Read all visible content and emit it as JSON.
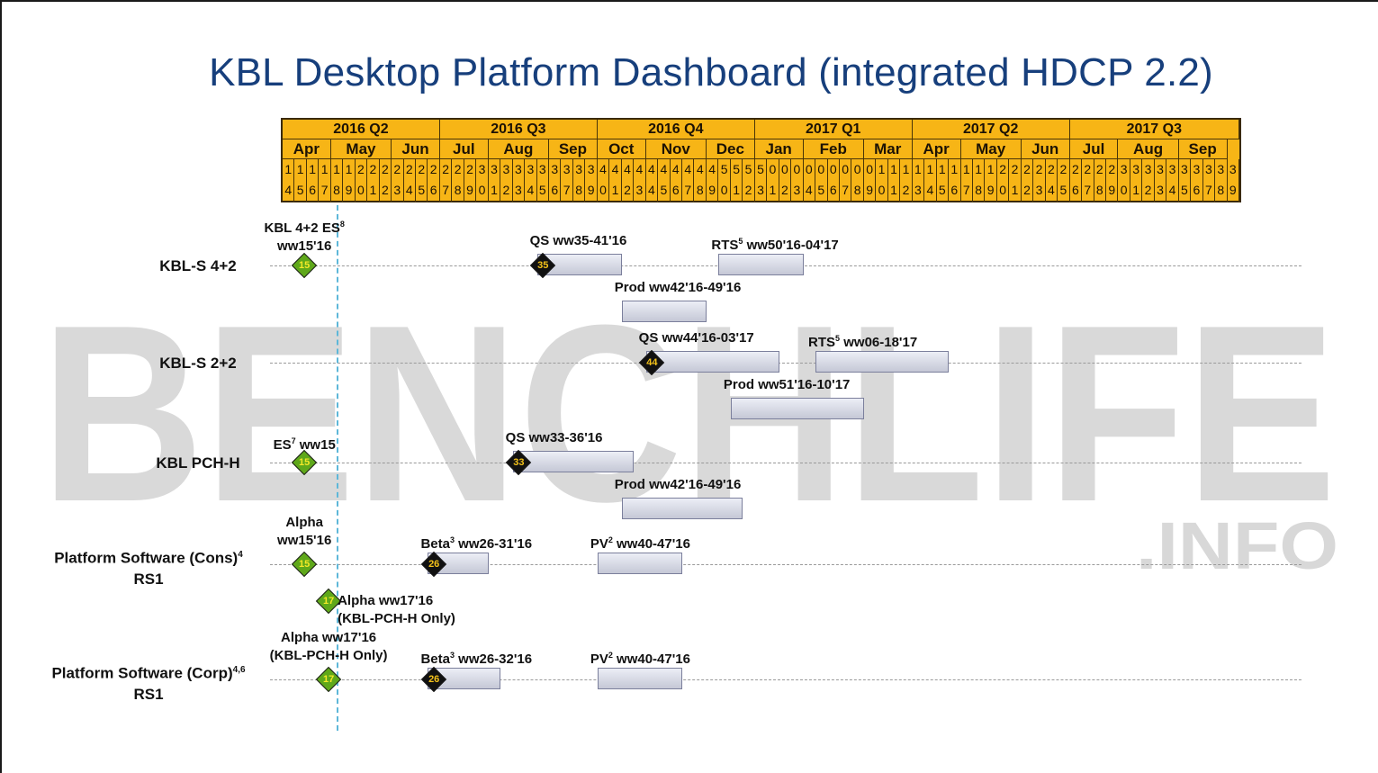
{
  "title": "KBL Desktop Platform Dashboard (integrated HDCP 2.2)",
  "watermark": "BENCHLIFE",
  "watermark_sub": ".INFO",
  "timeline": {
    "quarters": [
      "2016 Q2",
      "2016 Q3",
      "2016 Q4",
      "2017 Q1",
      "2017 Q2",
      "2017 Q3"
    ],
    "months": [
      "Apr",
      "May",
      "Jun",
      "Jul",
      "Aug",
      "Sep",
      "Oct",
      "Nov",
      "Dec",
      "Jan",
      "Feb",
      "Mar",
      "Apr",
      "May",
      "Jun",
      "Jul",
      "Aug",
      "Sep"
    ],
    "weeks_per_month": [
      4,
      5,
      4,
      4,
      5,
      4,
      4,
      5,
      4,
      4,
      5,
      4,
      4,
      5,
      4,
      4,
      5,
      4
    ],
    "week_labels": [
      "14",
      "15",
      "16",
      "17",
      "18",
      "19",
      "20",
      "21",
      "22",
      "23",
      "24",
      "25",
      "26",
      "27",
      "28",
      "29",
      "30",
      "31",
      "32",
      "33",
      "34",
      "35",
      "36",
      "37",
      "38",
      "39",
      "40",
      "41",
      "42",
      "43",
      "44",
      "45",
      "46",
      "47",
      "48",
      "49",
      "50",
      "51",
      "52",
      "53",
      "01",
      "02",
      "03",
      "04",
      "05",
      "06",
      "07",
      "08",
      "09",
      "10",
      "11",
      "12",
      "13",
      "14",
      "15",
      "16",
      "17",
      "18",
      "19",
      "20",
      "21",
      "22",
      "23",
      "24",
      "25",
      "26",
      "27",
      "28",
      "29",
      "30",
      "31",
      "32",
      "33",
      "34",
      "35",
      "36",
      "37",
      "38",
      "39"
    ]
  },
  "rows": [
    {
      "label": "KBL-S 4+2"
    },
    {
      "label": "KBL-S 2+2"
    },
    {
      "label": "KBL PCH-H"
    },
    {
      "label": "Platform Software (Cons)",
      "sup": "4",
      "label2": "RS1"
    },
    {
      "label": "Platform Software (Corp)",
      "sup": "4,6",
      "label2": "RS1"
    }
  ],
  "milestones": [
    {
      "row": 0,
      "ww": 15,
      "number": "15",
      "color": "green",
      "text": "KBL 4+2 ES",
      "sup": "8",
      "text2": "ww15'16"
    },
    {
      "row": 0,
      "ww": 35,
      "number": "35",
      "color": "black"
    },
    {
      "row": 1,
      "ww": 44,
      "number": "44",
      "color": "black"
    },
    {
      "row": 2,
      "ww": 15,
      "number": "15",
      "color": "green",
      "text": "ES",
      "sup": "7",
      "text2": " ww15"
    },
    {
      "row": 2,
      "ww": 33,
      "number": "33",
      "color": "black"
    },
    {
      "row": 3,
      "ww": 15,
      "number": "15",
      "color": "green",
      "text": "Alpha",
      "text2": "ww15'16"
    },
    {
      "row": 3,
      "ww": 26,
      "number": "26",
      "color": "black"
    },
    {
      "row": 3,
      "ww": 17,
      "number": "17",
      "color": "green",
      "offset": 1,
      "text": "Alpha  ww17'16",
      "text2": "(KBL-PCH-H Only)"
    },
    {
      "row": 4,
      "ww": 17,
      "number": "17",
      "color": "green",
      "text": "Alpha  ww17'16",
      "text2": "(KBL-PCH-H Only)"
    },
    {
      "row": 4,
      "ww": 26,
      "number": "26",
      "color": "black"
    }
  ],
  "bars": [
    {
      "row": 0,
      "start": 35,
      "end": 41,
      "offset": 0,
      "label": "QS ww35-41'16"
    },
    {
      "row": 0,
      "start": 50,
      "end": 56,
      "offset": 0,
      "pre": "RTS",
      "sup": "5",
      "label": "  ww50'16-04'17"
    },
    {
      "row": 0,
      "start": 42,
      "end": 48,
      "offset": 1,
      "label": "Prod ww42'16-49'16"
    },
    {
      "row": 1,
      "start": 44,
      "end": 54,
      "offset": 0,
      "label": "QS ww44'16-03'17"
    },
    {
      "row": 1,
      "start": 58,
      "end": 68,
      "offset": 0,
      "pre": "RTS",
      "sup": "5",
      "label": "  ww06-18'17"
    },
    {
      "row": 1,
      "start": 51,
      "end": 61,
      "offset": 1,
      "label": "Prod ww51'16-10'17"
    },
    {
      "row": 2,
      "start": 33,
      "end": 42,
      "offset": 0,
      "label": "QS ww33-36'16"
    },
    {
      "row": 2,
      "start": 42,
      "end": 51,
      "offset": 1,
      "label": "Prod ww42'16-49'16"
    },
    {
      "row": 3,
      "start": 26,
      "end": 30,
      "offset": 0,
      "pre": "Beta",
      "sup": "3",
      "label": " ww26-31'16"
    },
    {
      "row": 3,
      "start": 40,
      "end": 46,
      "offset": 0,
      "pre": "PV",
      "sup": "2",
      "label": " ww40-47'16"
    },
    {
      "row": 4,
      "start": 26,
      "end": 31,
      "offset": 0,
      "pre": "Beta",
      "sup": "3",
      "label": " ww26-32'16"
    },
    {
      "row": 4,
      "start": 40,
      "end": 46,
      "offset": 0,
      "pre": "PV",
      "sup": "2",
      "label": " ww40-47'16"
    }
  ],
  "colors": {
    "title": "#173f7c",
    "timeline_fill": "#f7b516",
    "milestone_green": "#5fa81a",
    "milestone_black": "#111111",
    "cutline": "#5db7d9",
    "watermark": "#d8d8d8"
  }
}
